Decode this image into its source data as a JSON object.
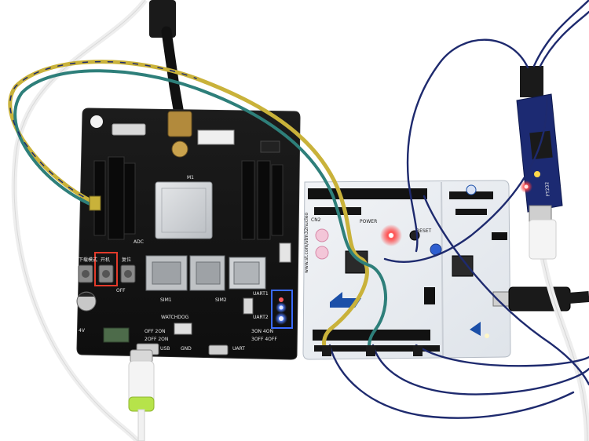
{
  "image": {
    "subject": "Development board setup with NB-IoT module, STM32 Nucleo board and FT232 USB-UART adapter connected by jumper wires"
  },
  "left_board": {
    "module_label": "M1",
    "button_labels": [
      "下载模式",
      "开机",
      "复位"
    ],
    "labels": {
      "adc": "ADC",
      "off": "OFF",
      "sim1": "SIM1",
      "sim2": "SIM2",
      "uart1": "UART1",
      "uart2": "UART2",
      "watchdog": "WATCHDOG",
      "usb": "USB",
      "gnd": "GND",
      "uart": "UART",
      "on_off_1": "OFF 2ON",
      "on_off_2": "2OFF 2ON",
      "dip_1": "3ON  4ON",
      "dip_2": "3OFF 4OFF",
      "voltage": "4V"
    }
  },
  "nucleo_board": {
    "url_text": "www.st.com/stm32nucleo",
    "labels": {
      "power": "POWER",
      "cn2": "CN2",
      "reset": "RESET"
    }
  },
  "usb_adapter": {
    "chip_label": "FT232"
  },
  "colors": {
    "board_black": "#141414",
    "nucleo_white": "#e9edf2",
    "st_blue": "#1b4fa8",
    "wire_yellow": "#c9b23a",
    "wire_teal": "#2e7f7a",
    "wire_navy": "#1e2a6e",
    "led_red": "#ff2a2a",
    "led_blue": "#3a6bff",
    "highlight_box": "#e23a2a",
    "cable_white": "#f2f2f2",
    "connector_green": "#b6e34a"
  }
}
